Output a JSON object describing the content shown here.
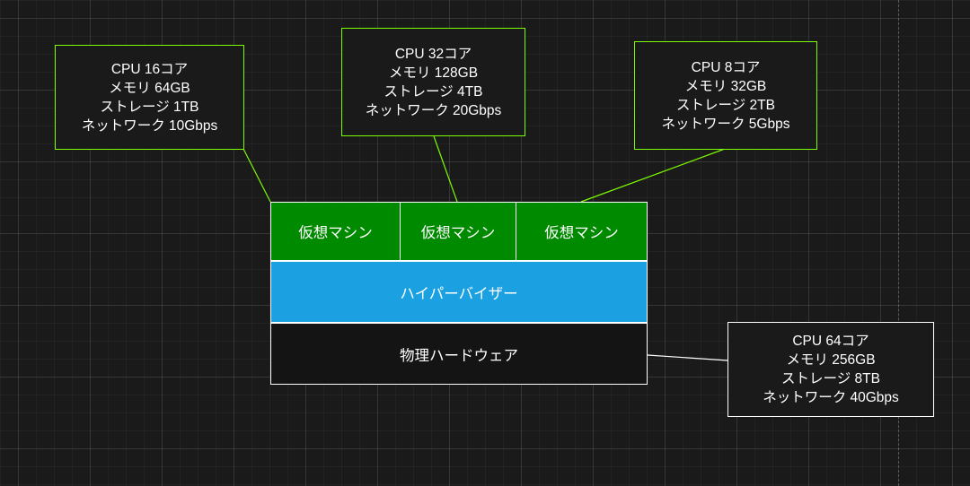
{
  "colors": {
    "background": "#1a1a1a",
    "vm_fill": "#008a00",
    "hypervisor_fill": "#1ba1e2",
    "hardware_fill": "#141414",
    "vm_connector": "#7cfc00",
    "hardware_connector": "#ffffff"
  },
  "layers": {
    "vms": [
      {
        "label": "仮想マシン"
      },
      {
        "label": "仮想マシン"
      },
      {
        "label": "仮想マシン"
      }
    ],
    "hypervisor": {
      "label": "ハイパーバイザー"
    },
    "hardware": {
      "label": "物理ハードウェア"
    }
  },
  "specs": [
    {
      "lines": [
        "CPU 16コア",
        "メモリ 64GB",
        "ストレージ 1TB",
        "ネットワーク 10Gbps"
      ]
    },
    {
      "lines": [
        "CPU 32コア",
        "メモリ 128GB",
        "ストレージ 4TB",
        "ネットワーク 20Gbps"
      ]
    },
    {
      "lines": [
        "CPU 8コア",
        "メモリ 32GB",
        "ストレージ 2TB",
        "ネットワーク 5Gbps"
      ]
    },
    {
      "lines": [
        "CPU 64コア",
        "メモリ 256GB",
        "ストレージ 8TB",
        "ネットワーク 40Gbps"
      ]
    }
  ]
}
